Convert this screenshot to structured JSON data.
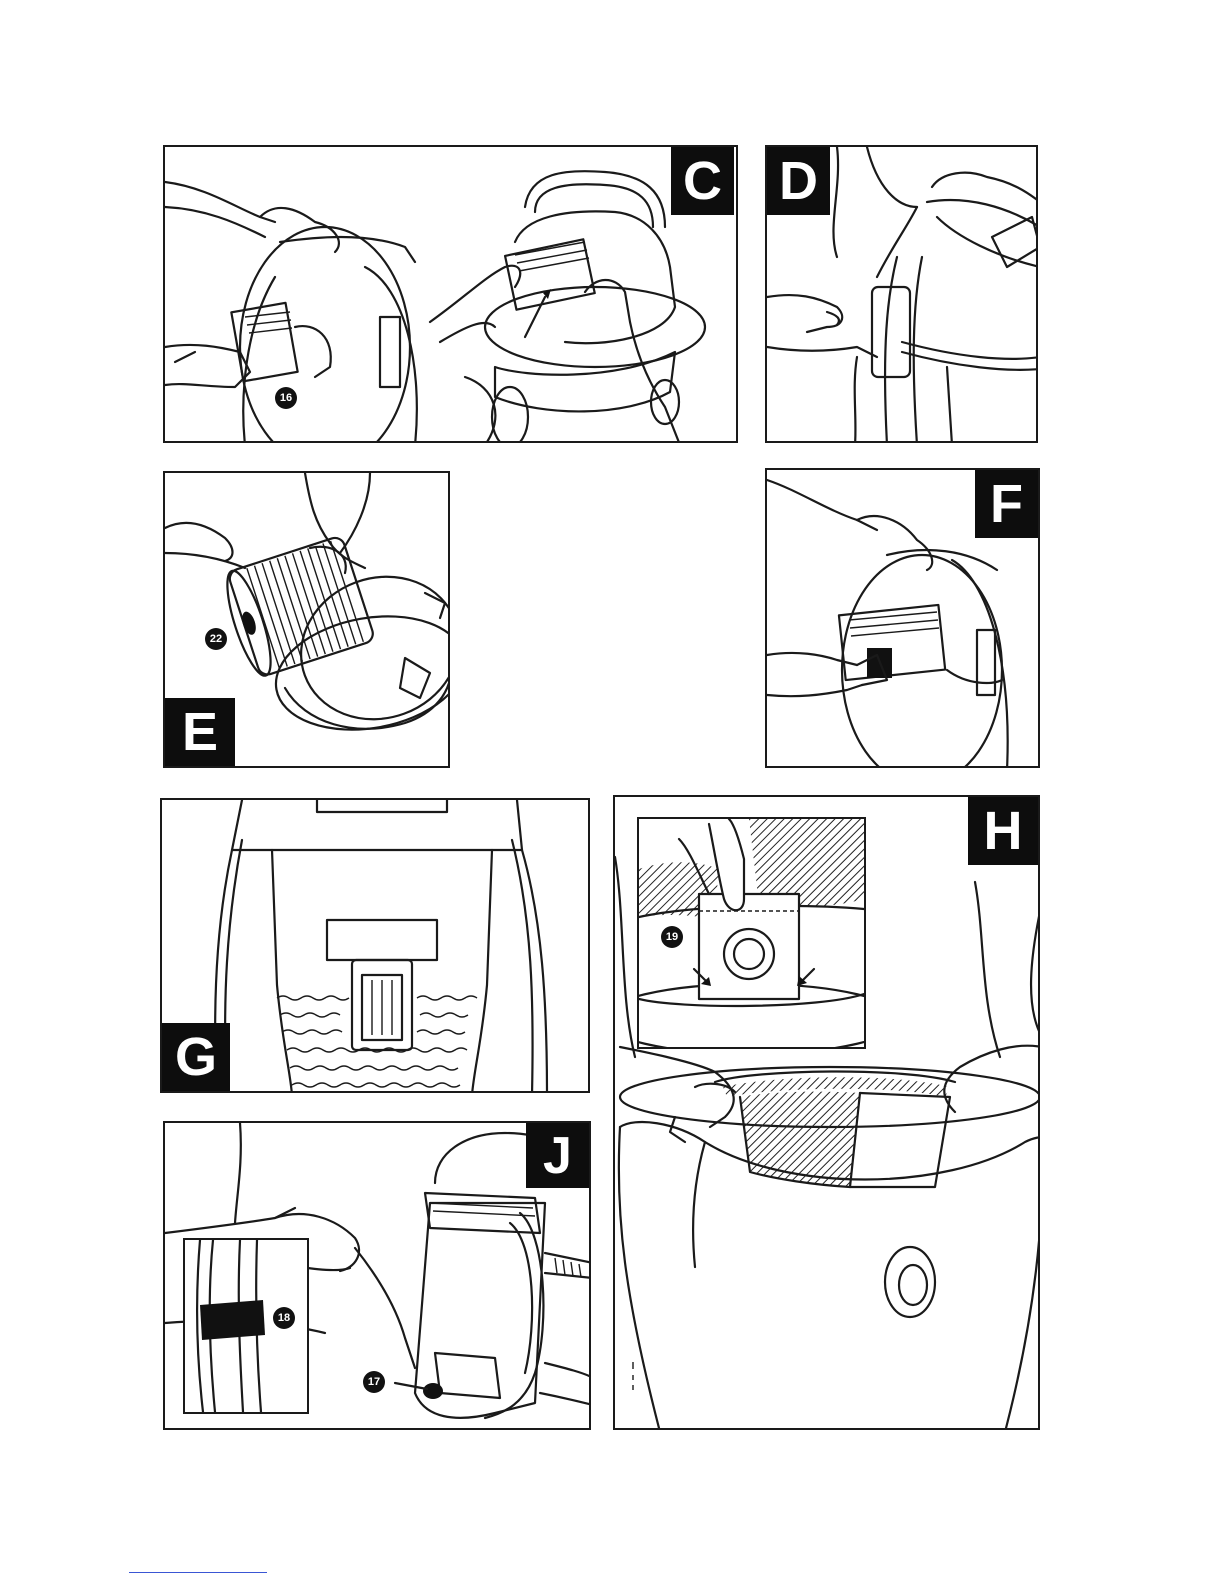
{
  "figures": [
    {
      "id": "panel-c",
      "label": "C",
      "callouts": [
        "16"
      ]
    },
    {
      "id": "panel-d",
      "label": "D",
      "callouts": []
    },
    {
      "id": "panel-e",
      "label": "E",
      "callouts": [
        "22"
      ]
    },
    {
      "id": "panel-f",
      "label": "F",
      "callouts": []
    },
    {
      "id": "panel-g",
      "label": "G",
      "callouts": []
    },
    {
      "id": "panel-h",
      "label": "H",
      "callouts": [
        "19"
      ]
    },
    {
      "id": "panel-j",
      "label": "J",
      "callouts": [
        "17",
        "18"
      ]
    }
  ],
  "colors": {
    "ink": "#1a1a1a",
    "label_bg": "#0d0d0d",
    "label_fg": "#ffffff",
    "link": "#3a56d4"
  }
}
